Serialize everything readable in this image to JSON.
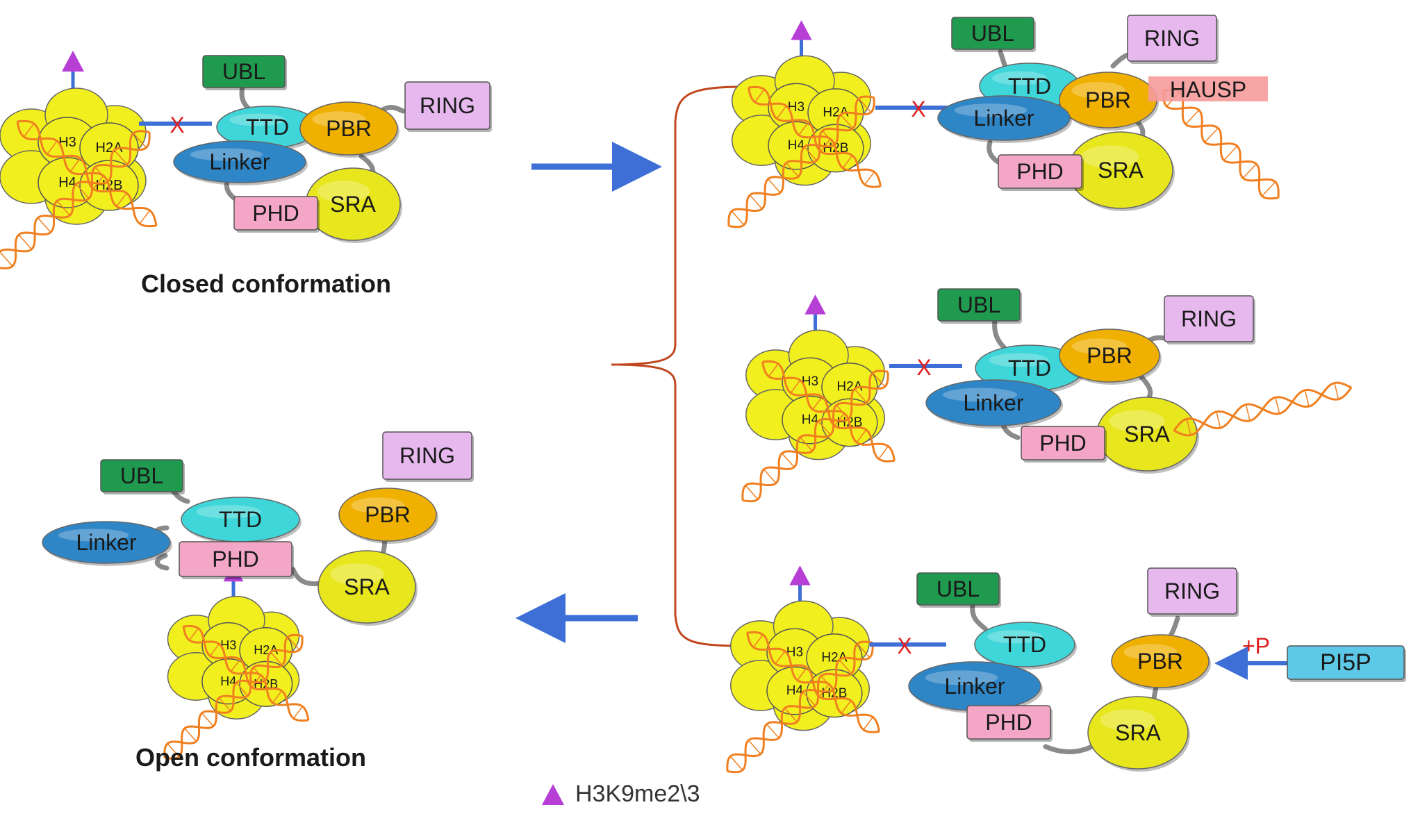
{
  "captions": {
    "closed": "Closed conformation",
    "open": "Open conformation"
  },
  "legend": {
    "label": "H3K9me2\\3",
    "marker_icon": "triangle-icon",
    "marker_color": "#b83fd6"
  },
  "histones": {
    "h3": "H3",
    "h4": "H4",
    "h2a": "H2A",
    "h2b": "H2B"
  },
  "domains": {
    "ubl": "UBL",
    "ttd": "TTD",
    "linker": "Linker",
    "phd": "PHD",
    "sra": "SRA",
    "pbr": "PBR",
    "ring": "RING"
  },
  "partners": {
    "hausp": "HAUSP",
    "pi5p": "PI5P",
    "phospho": "+P"
  },
  "block_marker": "X",
  "colors": {
    "ubl": "#1f9a4f",
    "ttd": "#3fd6d9",
    "linker": "#2f86c7",
    "phd": "#f4a6c6",
    "sra": "#e8e61d",
    "pbr": "#f0b000",
    "ring": "#e6b8ee",
    "hausp": "#f59a9a",
    "pi5p": "#5ec8e8",
    "histone": "#f2ef1f",
    "dna": "#f07f1f",
    "arrow": "#3d6fd6",
    "block": "#e11e1e",
    "brace": "#c0461d"
  }
}
